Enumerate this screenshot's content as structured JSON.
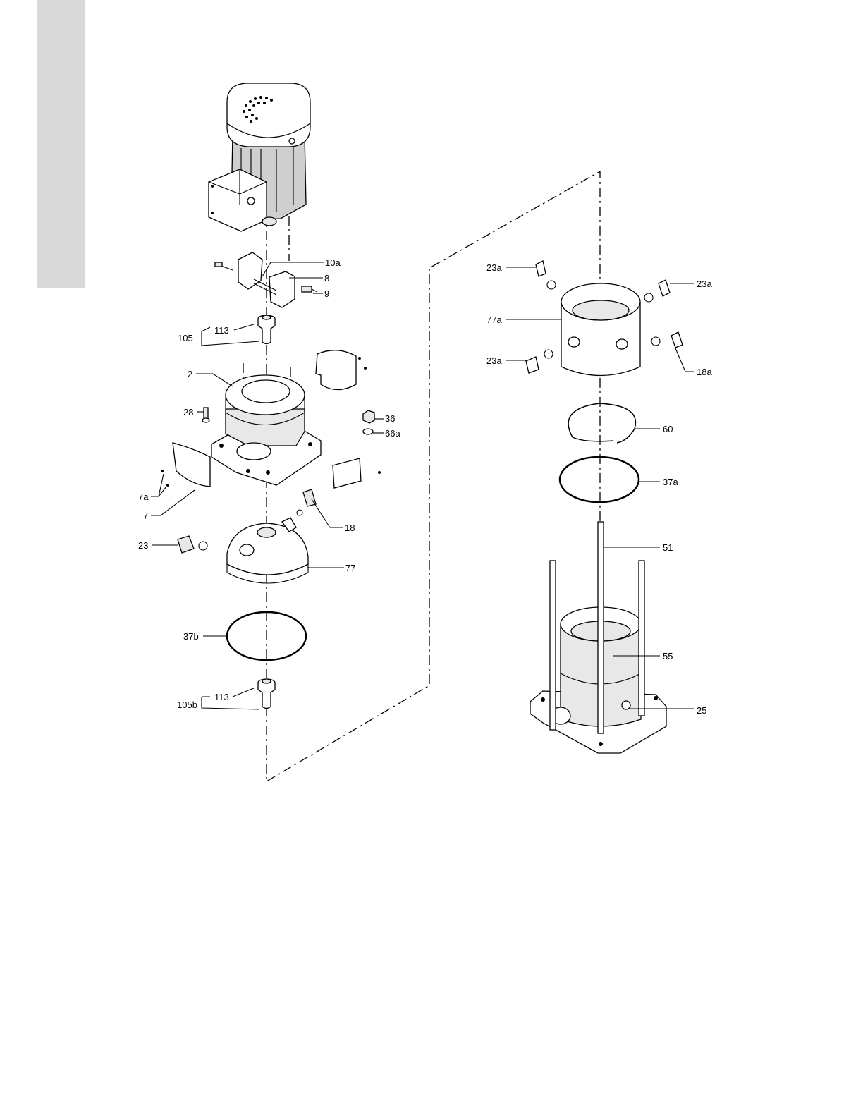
{
  "diagram": {
    "part_labels": {
      "p10a": "10a",
      "p8": "8",
      "p9": "9",
      "p113_upper": "113",
      "p105": "105",
      "p2": "2",
      "p28": "28",
      "p36": "36",
      "p66a": "66a",
      "p7a": "7a",
      "p7": "7",
      "p18": "18",
      "p23": "23",
      "p77": "77",
      "p37b": "37b",
      "p113_lower": "113",
      "p105b": "105b",
      "p23a_top_left": "23a",
      "p23a_top_right": "23a",
      "p77a": "77a",
      "p23a_bottom_left": "23a",
      "p18a": "18a",
      "p60": "60",
      "p37a": "37a",
      "p51": "51",
      "p55": "55",
      "p25": "25"
    }
  },
  "colors": {
    "side_tab": "#d9d9d9",
    "footer_rule": "#4a5ad8",
    "line": "#000000"
  }
}
